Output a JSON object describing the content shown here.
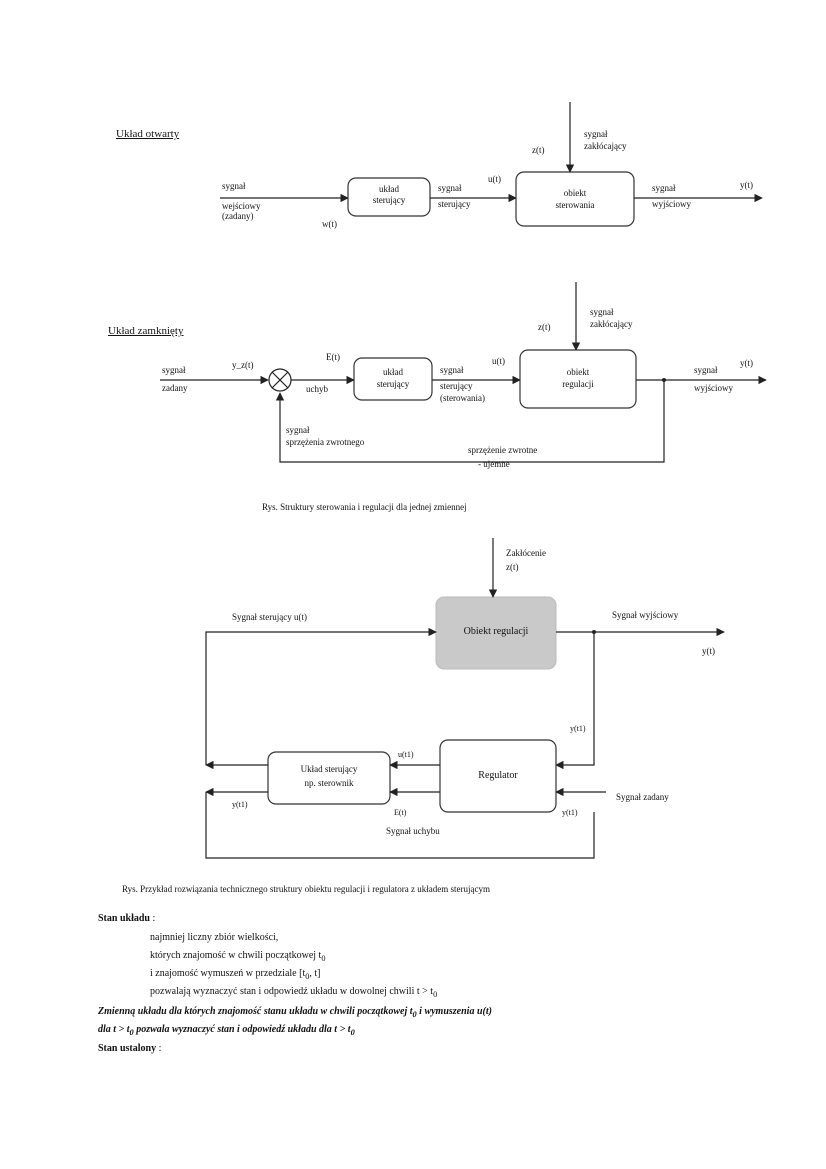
{
  "diagram1": {
    "heading": "Układ otwarty",
    "input_label": [
      "sygnał",
      "wejściowy",
      "(zadany)"
    ],
    "input_var": "w(t)",
    "ctrl_box": [
      "układ",
      "sterujący"
    ],
    "ctrl_signal": [
      "sygnał",
      "sterujący"
    ],
    "ctrl_var": "u(t)",
    "dist_var": "z(t)",
    "dist_label": [
      "sygnał",
      "zakłócający"
    ],
    "plant_box": [
      "obiekt",
      "sterowania"
    ],
    "out_label": [
      "sygnał",
      "wyjściowy"
    ],
    "out_var": "y(t)"
  },
  "diagram2": {
    "heading": "Układ zamknięty",
    "input_label": [
      "sygnał",
      "zadany"
    ],
    "input_var": "y_z(t)",
    "err_var": "E(t)",
    "err_label": "uchyb",
    "ctrl_box": [
      "układ",
      "sterujący"
    ],
    "ctrl_signal": [
      "sygnał",
      "sterujący",
      "(sterowania)"
    ],
    "ctrl_var": "u(t)",
    "dist_var": "z(t)",
    "dist_label": [
      "sygnał",
      "zakłócający"
    ],
    "plant_box": [
      "obiekt",
      "regulacji"
    ],
    "out_label": [
      "sygnał",
      "wyjściowy"
    ],
    "out_var": "y(t)",
    "fb_label": [
      "sygnał",
      "sprzężenia zwrotnego"
    ],
    "fb_label2": [
      "sprzężenie zwrotne",
      "- ujemne"
    ]
  },
  "caption1": "Rys. Struktury sterowania i regulacji dla jednej zmiennej",
  "diagram3": {
    "dist_label": [
      "Zakłócenie",
      "z(t)"
    ],
    "ctrl_signal": "Sygnał sterujący  u(t)",
    "plant_box": "Obiekt regulacji",
    "out_label": "Sygnał wyjściowy",
    "out_var": "y(t)",
    "reg_box": "Regulator",
    "y_fb_var": "y(t1)",
    "u_var": "u(t1)",
    "ctrl_box": [
      "Układ sterujący",
      "np. sterownik"
    ],
    "yz_var": "y(t1)",
    "e_var": "E(t)",
    "err_label": "Sygnał uchybu",
    "set_var": "y(t1)",
    "set_label": "Sygnał zadany"
  },
  "caption2": "Rys. Przykład rozwiązania technicznego struktury obiektu regulacji i regulatora z układem sterującym",
  "text": {
    "line1_head": "Stan układu",
    "line1_tail": " :",
    "line2": "najmniej liczny zbiór wielkości,",
    "line3": "których znajomość w chwili początkowej t",
    "line3_sub": "0",
    "line4": "i znajomość wymuszeń w przedziale [t",
    "line4_sub": "0",
    "line4_end": ", t]",
    "line5": "pozwalają wyznaczyć stan i odpowiedź układu w dowolnej chwili t > t",
    "line5_sub": "0",
    "line6": "Zmienną układu dla których znajomość stanu układu w chwili początkowej t",
    "line6_mid": " i wymuszenia",
    "line6_end": " u(t)",
    "line7": "dla t > t",
    "line7_end": " pozwala wyznaczyć stan i odpowiedź układu dla t > t",
    "line8_head": "Stan ustalony",
    "line8_tail": " :"
  }
}
